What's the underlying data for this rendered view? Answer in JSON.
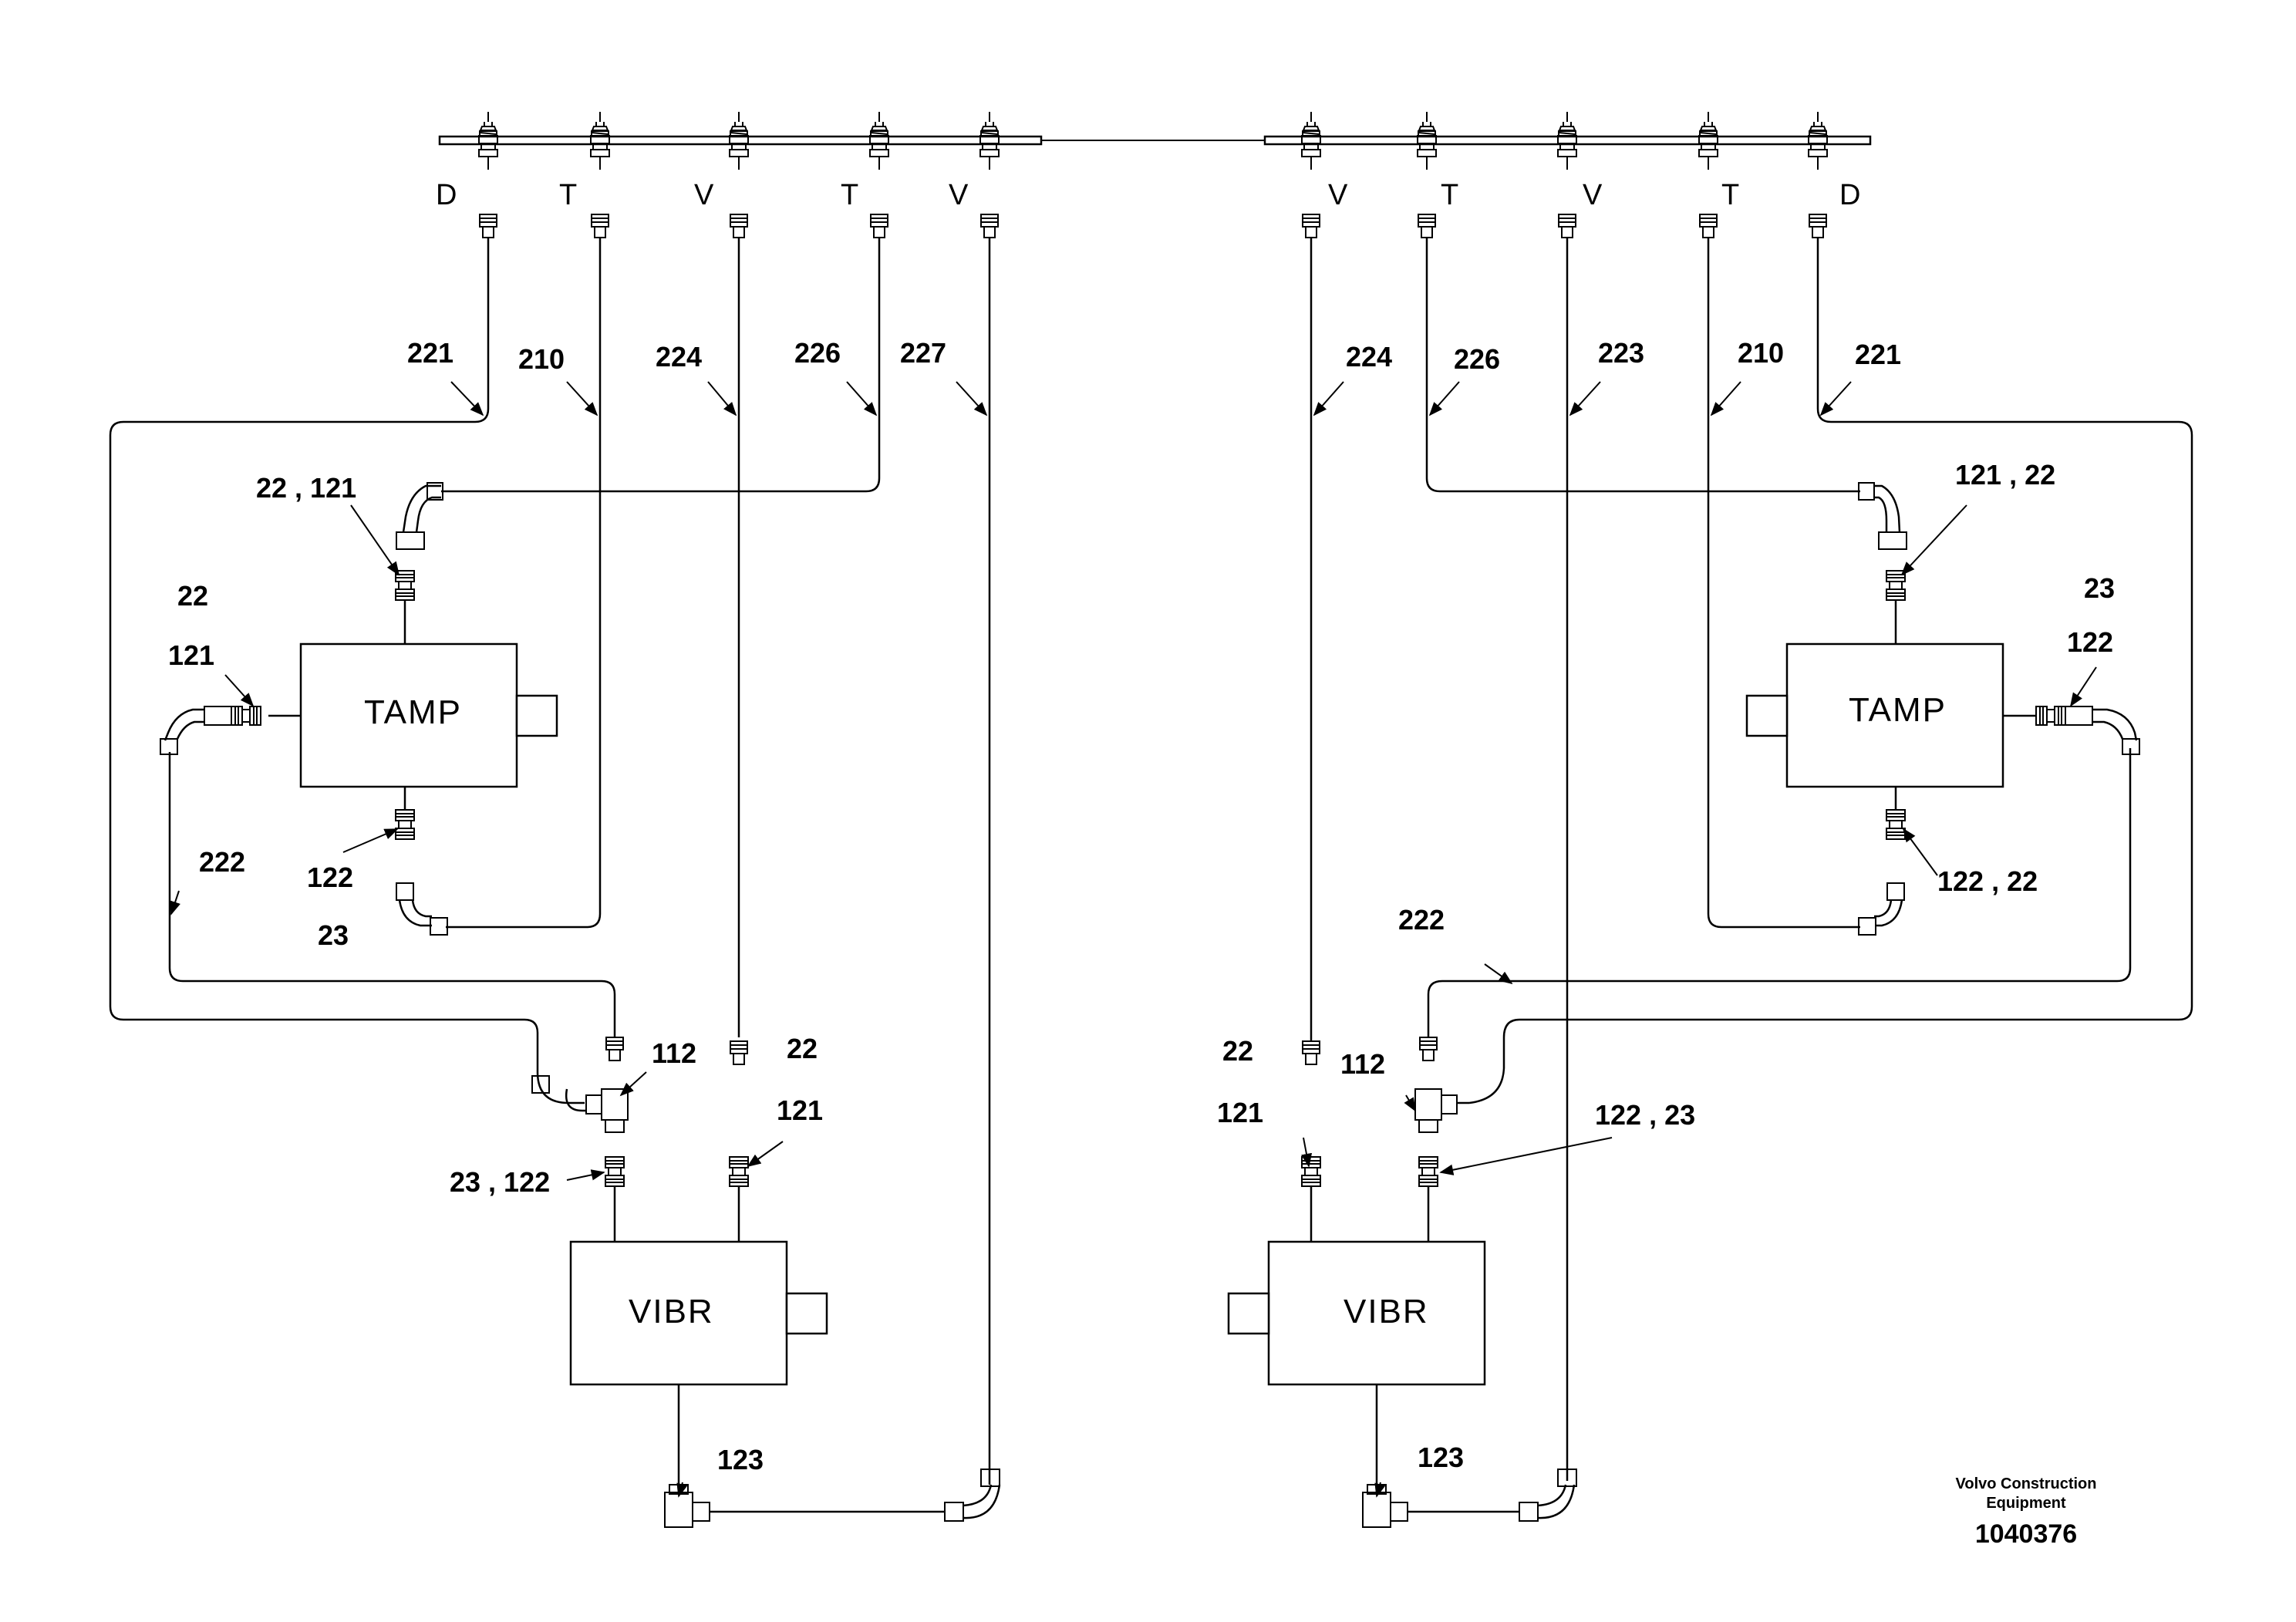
{
  "ports_left": [
    "D",
    "T",
    "V",
    "T",
    "V"
  ],
  "ports_right": [
    "V",
    "T",
    "V",
    "T",
    "D"
  ],
  "left": {
    "hoses": [
      "221",
      "210",
      "224",
      "226",
      "227"
    ],
    "tamp_label": "TAMP",
    "vibr_label": "VIBR",
    "callouts": {
      "tamp_top": "22 , 121",
      "tamp_left_a": "22",
      "tamp_left_b": "121",
      "tamp_bottom_a": "122",
      "tamp_bottom_b": "23",
      "hose_222": "222",
      "tee": "112",
      "v_right_a": "22",
      "v_right_b": "121",
      "v_left": "23 , 122",
      "motor": "123"
    }
  },
  "right": {
    "hoses": [
      "224",
      "226",
      "223",
      "210",
      "221"
    ],
    "tamp_label": "TAMP",
    "vibr_label": "VIBR",
    "callouts": {
      "tamp_top": "121 , 22",
      "tamp_right_a": "23",
      "tamp_right_b": "122",
      "tamp_bottom": "122 , 22",
      "hose_222": "222",
      "v_left_a": "22",
      "v_left_b": "121",
      "tee": "112",
      "v_right": "122 , 23",
      "motor": "123"
    }
  },
  "footer": {
    "manufacturer_line1": "Volvo Construction",
    "manufacturer_line2": "Equipment",
    "drawing_number": "1040376"
  }
}
